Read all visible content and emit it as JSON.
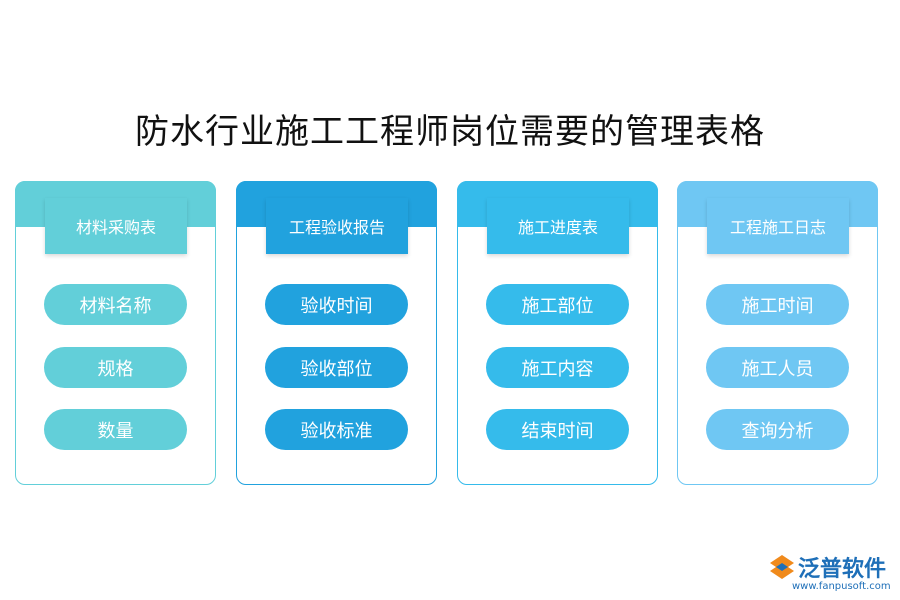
{
  "title": "防水行业施工工程师岗位需要的管理表格",
  "columns": [
    {
      "header": "材料采购表",
      "items": [
        "材料名称",
        "规格",
        "数量"
      ]
    },
    {
      "header": "工程验收报告",
      "items": [
        "验收时间",
        "验收部位",
        "验收标准"
      ]
    },
    {
      "header": "施工进度表",
      "items": [
        "施工部位",
        "施工内容",
        "结束时间"
      ]
    },
    {
      "header": "工程施工日志",
      "items": [
        "施工时间",
        "施工人员",
        "查询分析"
      ]
    }
  ],
  "logo": {
    "brand": "泛普软件",
    "url": "www.fanpusoft.com"
  },
  "colors": {
    "col1": "#62cfd9",
    "col2": "#21a2de",
    "col3": "#35bbeb",
    "col4": "#6fc7f3",
    "brand": "#1e6fb8"
  }
}
